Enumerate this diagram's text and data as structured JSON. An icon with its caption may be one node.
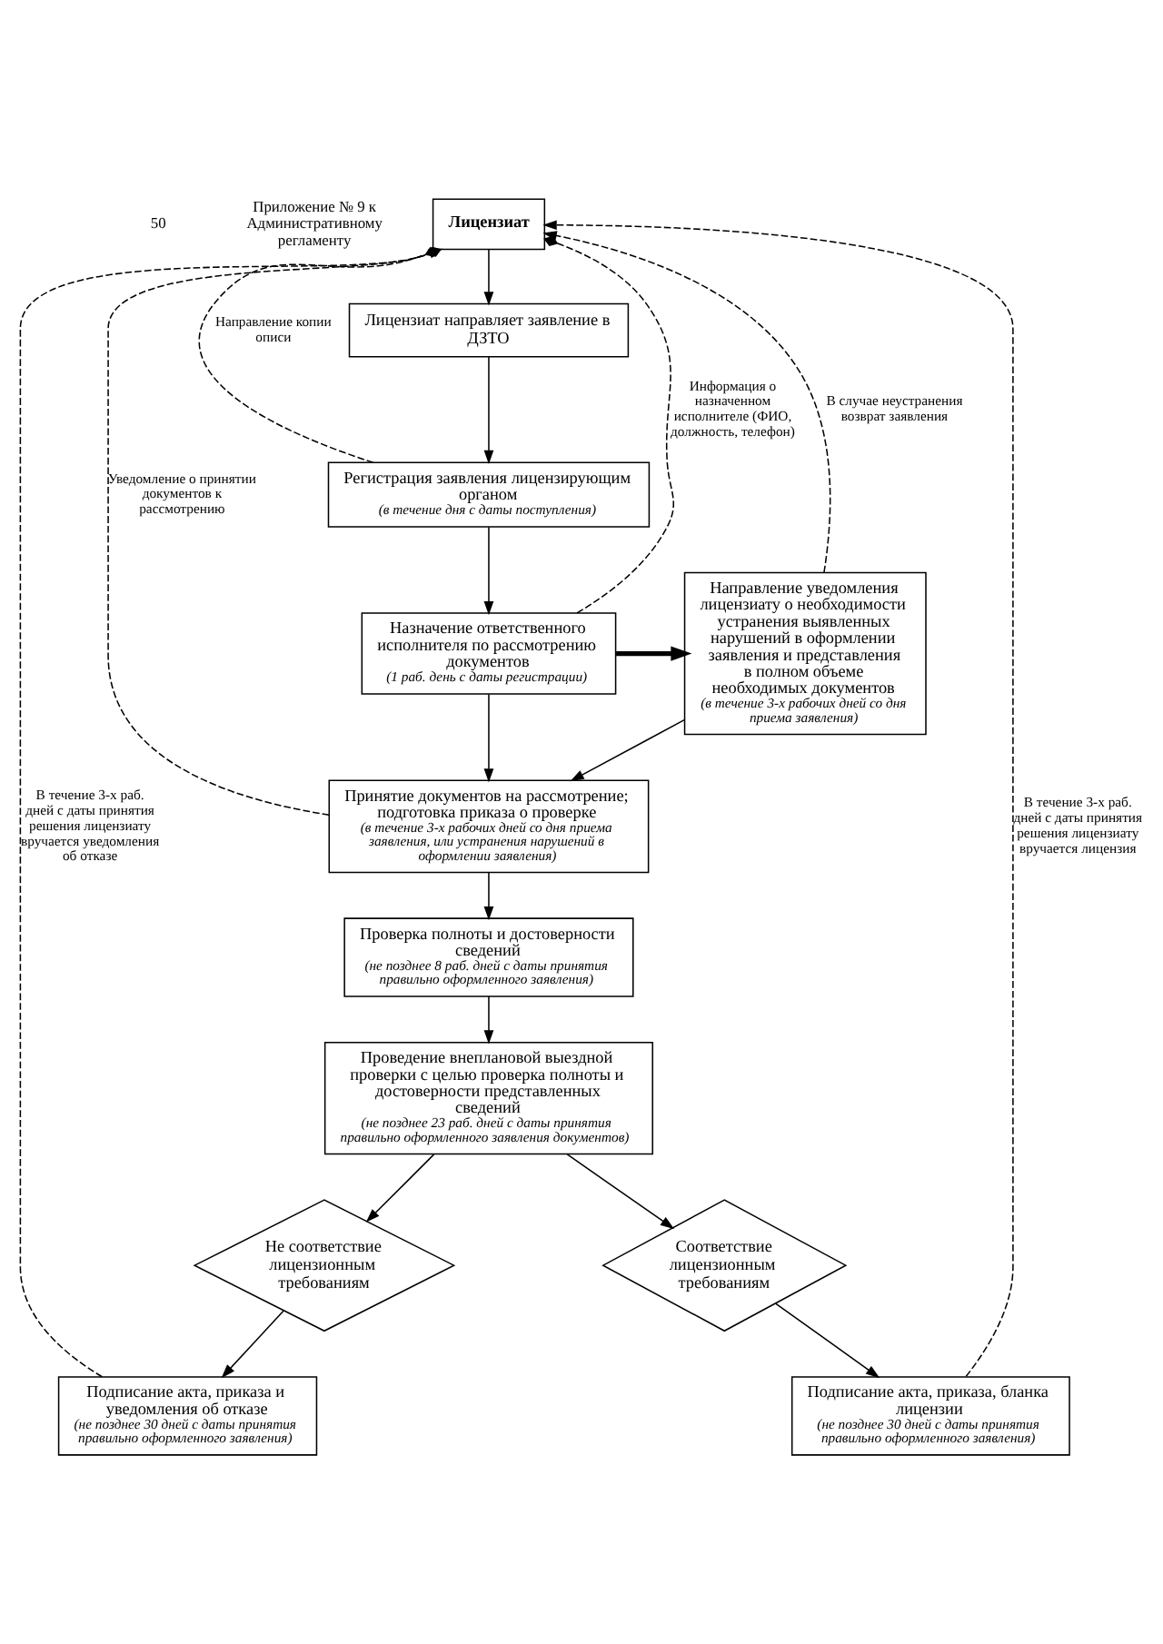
{
  "diagram": {
    "nodes": [
      {
        "text": [
          "Лицензиат"
        ]
      },
      {
        "text": [
          "Лицензиат направляет заявление в ДЗТО"
        ]
      },
      {
        "text": [
          "Регистрация заявления лицензирующим органом",
          "(в течение дня с даты поступления)"
        ]
      },
      {
        "text": [
          "Назначение ответственного исполнителя по рассмотрению документов",
          "(1 раб. день с даты регистрации)"
        ]
      },
      {
        "text": [
          "Направление уведомления лицензиату о необходимости устранения выявленных нарушений в оформлении заявления и представления в полном объеме необходимых документов",
          "(в течение 3-х рабочих дней со дня приема заявления)"
        ]
      },
      {
        "text": [
          "Принятие документов на рассмотрение; подготовка приказа о проверке",
          "(в течение 3-х рабочих дней со дня приема заявления, или устранения нарушений в оформлении заявления)"
        ]
      },
      {
        "text": [
          "Проверка полноты и достоверности сведений",
          "(не позднее 8 раб. дней с даты принятия правильно оформленного заявления)"
        ]
      },
      {
        "text": [
          "Проведение внеплановой выездной проверки с целью проверка полноты и достоверности представленных сведений",
          "(не позднее 23 раб. дней с даты принятия правильно оформленного заявления документов)"
        ]
      },
      {
        "text": [
          "Не соответствие лицензионным требованиям"
        ]
      },
      {
        "text": [
          "Соответствие лицензионным требованиям"
        ]
      },
      {
        "text": [
          "Подписание акта, приказа и уведомления об отказе",
          "(не позднее 30 дней с даты принятия правильно оформленного заявления)"
        ]
      },
      {
        "text": [
          "Подписание акта, приказа, бланка лицензии",
          "(не позднее 30 дней с даты принятия правильно оформленного заявления)"
        ]
      }
    ],
    "edges": [
      {
        "from": 0,
        "to": 1,
        "arrow": "to"
      },
      {
        "from": 1,
        "to": 2,
        "arrow": "to"
      },
      {
        "from": 2,
        "to": 3,
        "arrow": "to"
      },
      {
        "from": 3,
        "to": 4,
        "arrow": "to",
        "style": "thick"
      },
      {
        "from": 3,
        "to": 5,
        "arrow": "to"
      },
      {
        "from": 4,
        "to": 5,
        "arrow": "to"
      },
      {
        "from": 5,
        "to": 6,
        "arrow": "to"
      },
      {
        "from": 6,
        "to": 7,
        "arrow": "to"
      },
      {
        "from": 7,
        "to": 8,
        "arrow": "to"
      },
      {
        "from": 7,
        "to": 9,
        "arrow": "to"
      },
      {
        "from": 8,
        "to": 10,
        "arrow": "to"
      },
      {
        "from": 9,
        "to": 11,
        "arrow": "to"
      },
      {
        "from": 2,
        "to": 0,
        "arrow": "other",
        "style": "dashed",
        "label": "Направление копии описи"
      },
      {
        "from": 3,
        "to": 0,
        "arrow": "other",
        "style": "dashed",
        "label": "Информация о назначенном исполнителе (ФИО, должность, телефон)"
      },
      {
        "from": 5,
        "to": 0,
        "arrow": "other",
        "style": "dashed",
        "label": "Уведомление о принятии документов к рассмотрению"
      },
      {
        "from": 10,
        "to": 0,
        "arrow": "to",
        "style": "dashed",
        "label": "В течение 3-х раб. дней с даты принятия решения лицензиату вручается уведомления об отказе"
      },
      {
        "from": 4,
        "to": 0,
        "arrow": "to",
        "style": "dashed",
        "label": "В случае неустранения возврат заявления"
      },
      {
        "from": 11,
        "to": 0,
        "arrow": "to",
        "style": "dashed",
        "label": "В течение 3-х раб. дней с даты принятия решения лицензиату вручается лицензия"
      }
    ],
    "labels": [
      "50",
      "Приложение № 9 к Административному регламенту"
    ]
  }
}
